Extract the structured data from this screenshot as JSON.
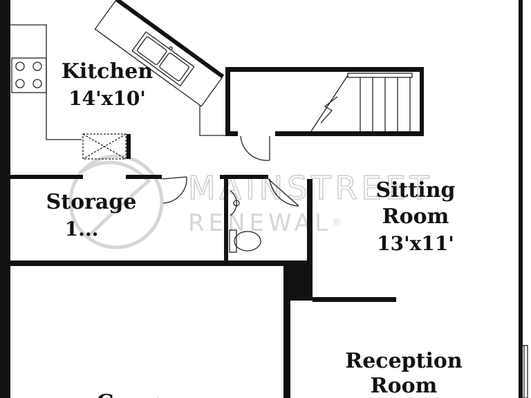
{
  "colors": {
    "wall": "#111111",
    "fixture": "#222222",
    "watermark": "#d0d0d0",
    "background": "#ffffff"
  },
  "rooms": {
    "kitchen": {
      "name": "Kitchen",
      "size": "14'x10'"
    },
    "storage": {
      "name": "Storage",
      "size": "1..."
    },
    "sitting": {
      "name": "Sitting",
      "line2": "Room",
      "size": "13'x11'"
    },
    "reception": {
      "name": "Reception",
      "line2": "Room"
    },
    "garage": {
      "name": "Garage"
    }
  },
  "watermark": {
    "brand": "MAINSTREET",
    "sub": "RENEWAL",
    "mark": "®"
  },
  "icons": [
    "stove-icon",
    "sink-icon",
    "toilet-icon",
    "bathroom-sink-icon",
    "staircase-icon",
    "door-swing-icon"
  ]
}
